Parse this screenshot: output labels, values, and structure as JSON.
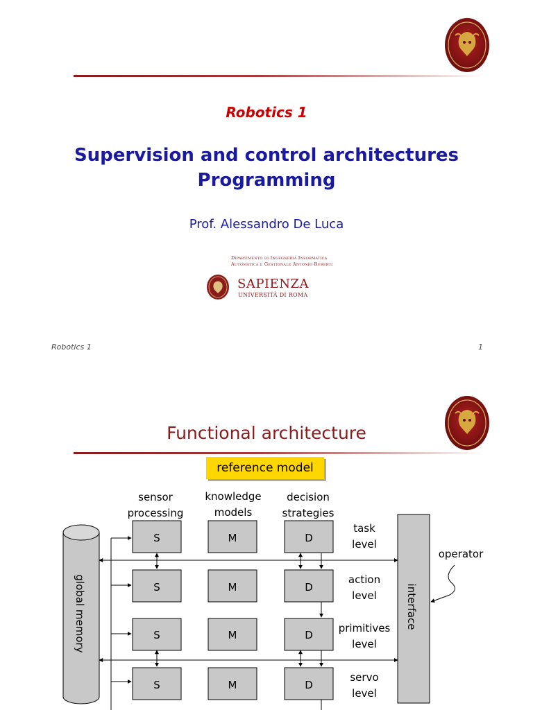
{
  "slide1": {
    "course": "Robotics 1",
    "title_line1": "Supervision and control architectures",
    "title_line2": "Programming",
    "author": "Prof. Alessandro De Luca",
    "dept_line1": "Dipartimento di Ingegneria Informatica",
    "dept_line2": "Automatica e Gestionale Antonio Ruberti",
    "university": "SAPIENZA",
    "university_sub": "UNIVERSITÀ DI ROMA",
    "footer_left": "Robotics 1",
    "footer_page": "1"
  },
  "slide2": {
    "title": "Functional architecture",
    "reference_label": "reference model",
    "col_sensor": [
      "sensor",
      "processing"
    ],
    "col_knowledge": [
      "knowledge",
      "models"
    ],
    "col_decision": [
      "decision",
      "strategies"
    ],
    "levels": [
      {
        "name": [
          "task",
          "level"
        ]
      },
      {
        "name": [
          "action",
          "level"
        ]
      },
      {
        "name": [
          "primitives",
          "level"
        ]
      },
      {
        "name": [
          "servo",
          "level"
        ]
      }
    ],
    "box_s": "S",
    "box_m": "M",
    "box_d": "D",
    "global_memory": "global memory",
    "interface": "interface",
    "operator": "operator"
  },
  "colors": {
    "course_red": "#cc0000",
    "title_blue": "#1a1aa0",
    "sapienza_maroon": "#8b1a1a",
    "box_gray": "#c8c8c8",
    "reference_yellow": "#ffd700"
  }
}
